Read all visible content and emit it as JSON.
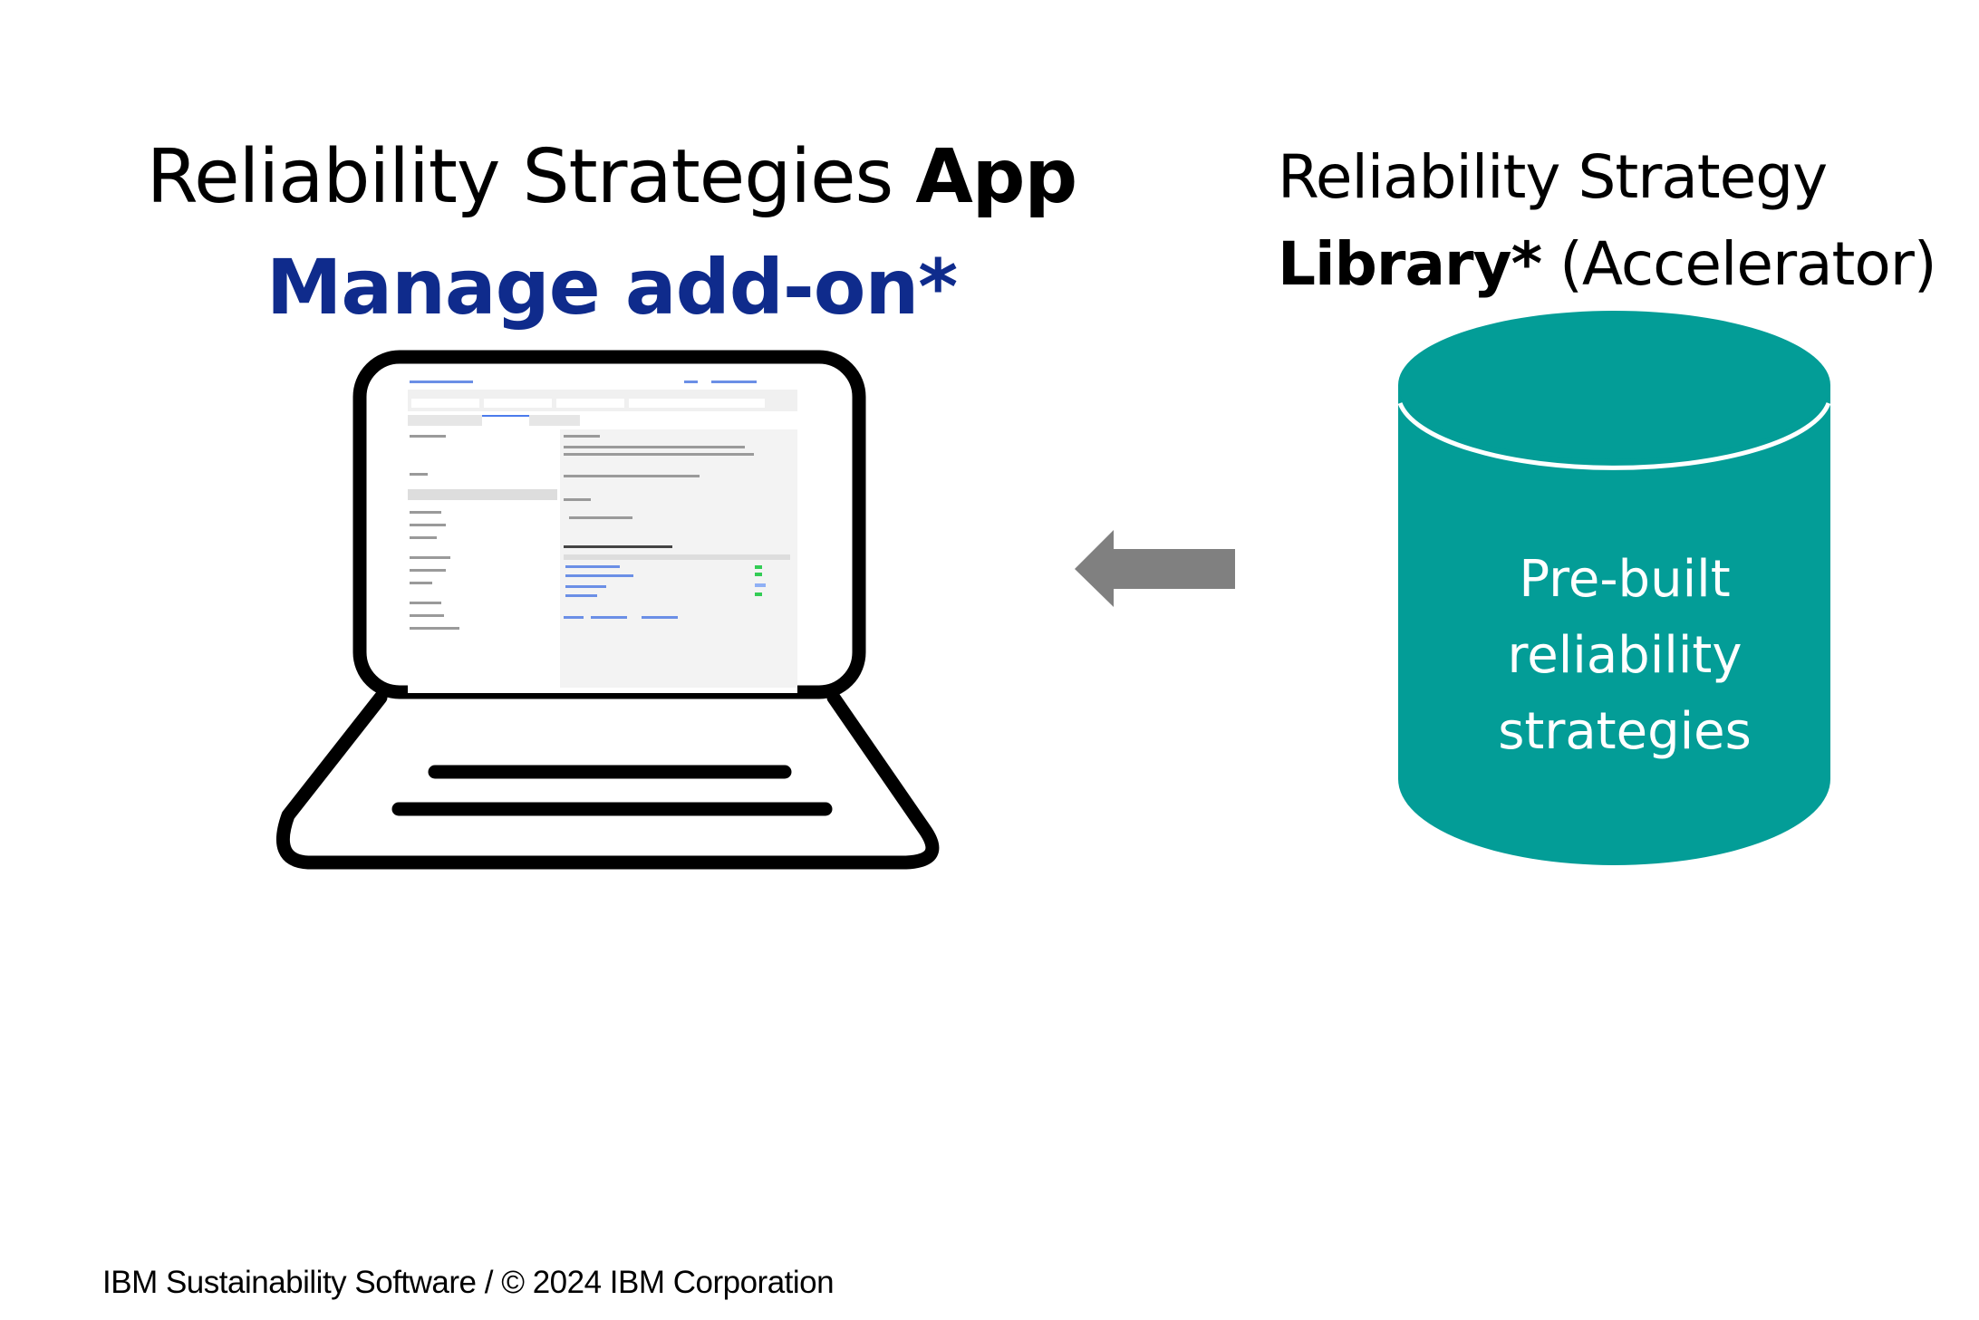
{
  "app_heading": {
    "regular": "Reliability Strategies ",
    "bold": "App",
    "subtitle": "Manage add-on*"
  },
  "library_heading": {
    "line1": "Reliability Strategy",
    "bold": "Library*",
    "suffix": " (Accelerator)"
  },
  "database": {
    "lines": [
      "Pre-built",
      "reliability",
      "strategies"
    ]
  },
  "arrow": {
    "direction": "left"
  },
  "footer": "IBM Sustainability  Software  / © 2024  IBM Corporation",
  "colors": {
    "subtitle": "#0f2b8c",
    "database_fill": "#039d97",
    "arrow": "#808080",
    "laptop_outline": "#000000"
  }
}
